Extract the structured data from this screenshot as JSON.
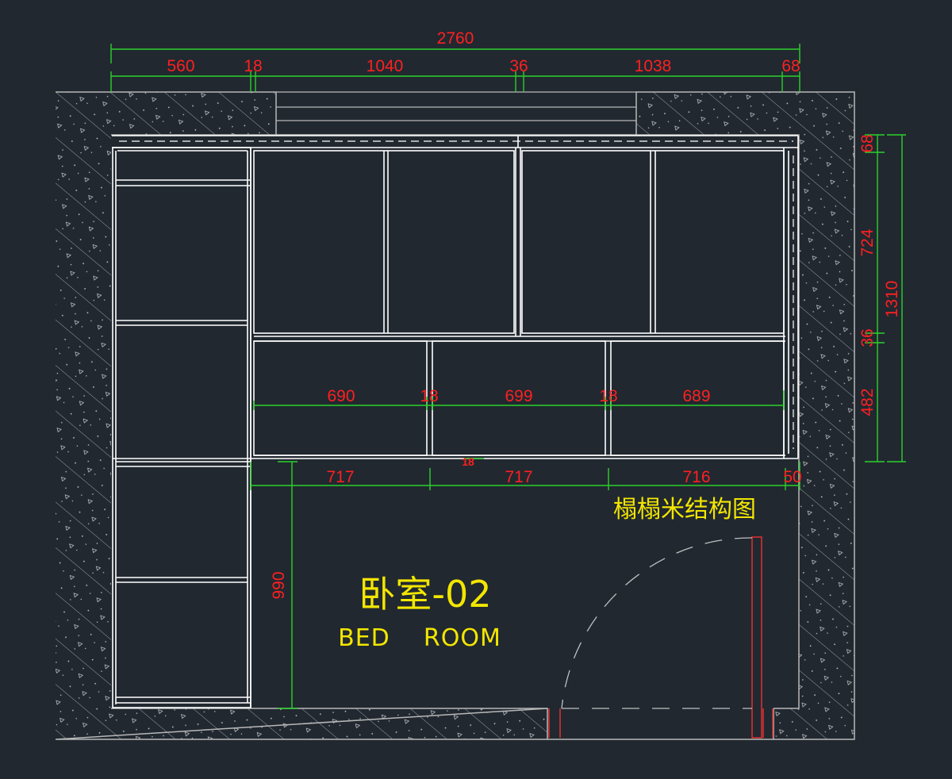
{
  "colors": {
    "background": "#212830",
    "wall_outline": "#b8b8b8",
    "furniture": "#ffffff",
    "dimension_line": "#2bd12b",
    "dimension_text": "#ff2020",
    "label": "#f2e600",
    "door_frame": "#e03030"
  },
  "room": {
    "name_cn": "卧室-02",
    "name_en": "BED    ROOM"
  },
  "structure_label": "榻榻米结构图",
  "dimensions": {
    "overall_width": "2760",
    "top_segments": [
      "560",
      "18",
      "1040",
      "36",
      "1038",
      "68"
    ],
    "upper_segments": [
      "690",
      "18",
      "699",
      "18",
      "689"
    ],
    "bottom_segments": [
      "717",
      "717",
      "716",
      "50"
    ],
    "small_gap": "18",
    "right_segments": [
      "68",
      "724",
      "36",
      "482"
    ],
    "overall_height": "1310",
    "left_depth": "990"
  }
}
